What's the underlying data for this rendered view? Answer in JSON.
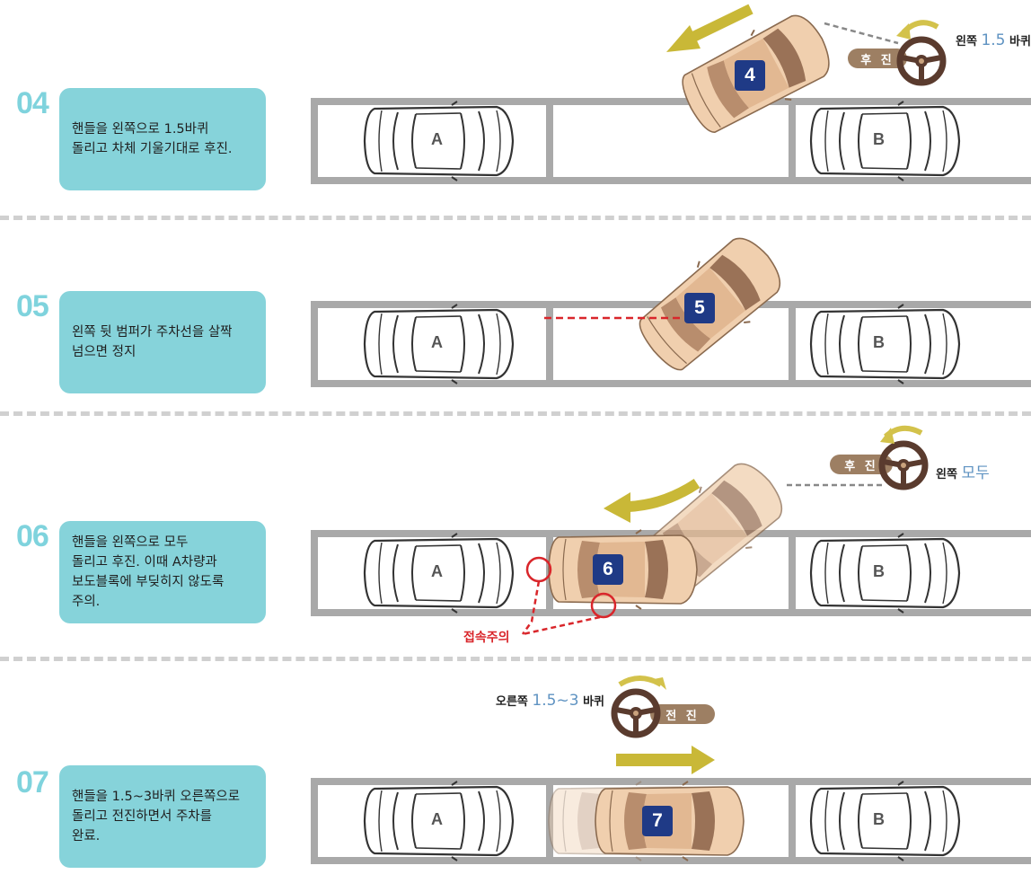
{
  "steps": [
    {
      "num": "04",
      "lines": [
        "핸들을 왼쪽으로 1.5바퀴",
        "돌리고 차체 기울기대로 후진."
      ],
      "car_label": "4",
      "wheel": {
        "pill": "후 진",
        "dir_text": "왼쪽",
        "dir_value": "1.5",
        "dir_suffix": "바퀴"
      }
    },
    {
      "num": "05",
      "lines": [
        "왼쪽 뒷 범퍼가 주차선을 살짝",
        "넘으면 정지"
      ],
      "car_label": "5"
    },
    {
      "num": "06",
      "lines": [
        "핸들을 왼쪽으로 모두",
        "돌리고 후진. 이때 A차량과",
        "보도블록에 부딪히지 않도록",
        "주의."
      ],
      "car_label": "6",
      "wheel": {
        "pill": "후 진",
        "dir_text": "왼쪽",
        "dir_value": "모두"
      },
      "warning": "접속주의"
    },
    {
      "num": "07",
      "lines": [
        "핸들을 1.5~3바퀴 오른쪽으로",
        "돌리고 전진하면서 주차를",
        "완료."
      ],
      "car_label": "7",
      "wheel": {
        "pill": "전 진",
        "dir_text": "오른쪽",
        "dir_value": "1.5~3",
        "dir_suffix": "바퀴"
      }
    }
  ],
  "parked": {
    "a": "A",
    "b": "B"
  },
  "colors": {
    "accent": "#86d3da",
    "step_num": "#7fd3dd",
    "badge": "#1f3a86",
    "arrow": "#c9b837",
    "warning": "#d9262b",
    "lot_line": "#a9a9a9"
  }
}
